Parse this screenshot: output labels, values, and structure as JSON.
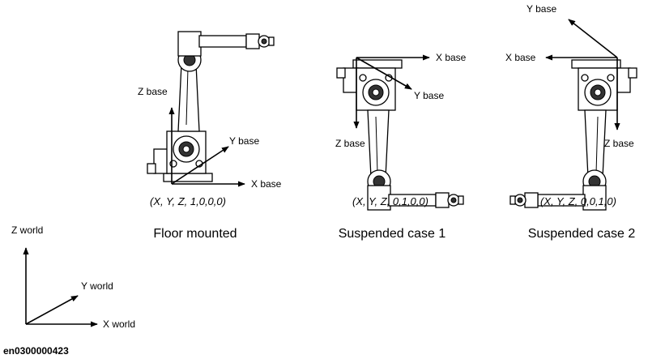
{
  "configurations": [
    {
      "caption": "Floor mounted",
      "quaternion": "(X, Y, Z, 1,0,0,0)",
      "axes": {
        "x": "X base",
        "y": "Y base",
        "z": "Z base"
      }
    },
    {
      "caption": "Suspended case 1",
      "quaternion": "(X, Y, Z, 0,1,0,0)",
      "axes": {
        "x": "X base",
        "y": "Y base",
        "z": "Z base"
      }
    },
    {
      "caption": "Suspended case 2",
      "quaternion": "(X, Y, Z, 0,0,1,0)",
      "axes": {
        "x": "X base",
        "y": "Y base",
        "z": "Z base"
      }
    }
  ],
  "world_axes": {
    "x": "X world",
    "y": "Y world",
    "z": "Z world"
  },
  "figure_id": "en0300000423",
  "colors": {
    "ink": "#000000",
    "background": "#ffffff"
  }
}
